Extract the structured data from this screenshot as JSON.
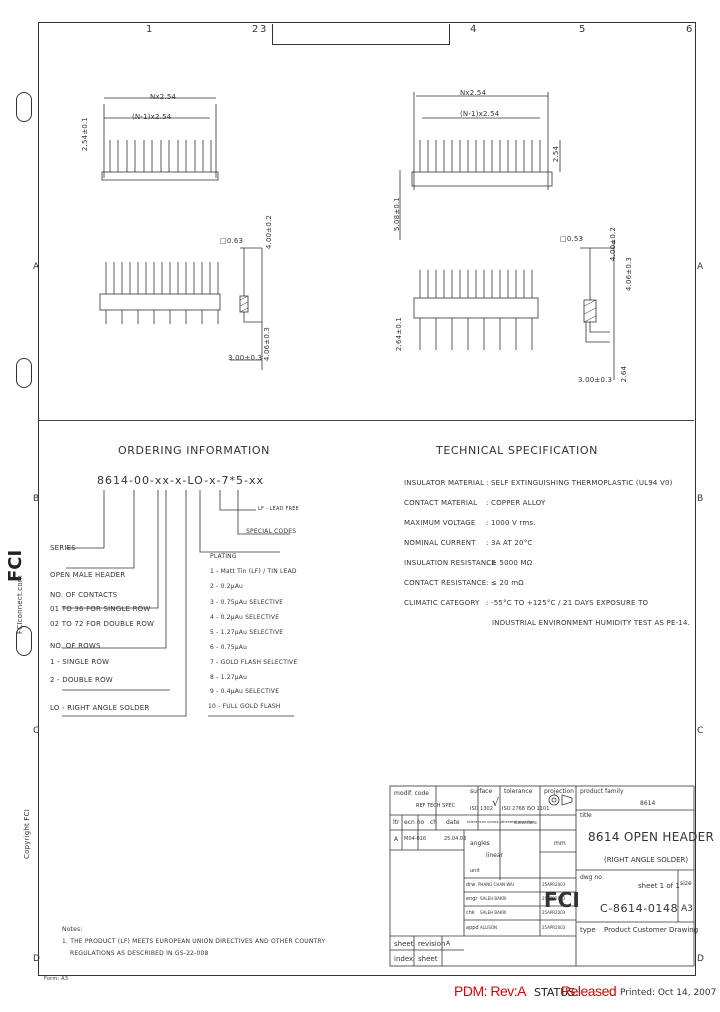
{
  "columns": [
    "1",
    "2",
    "3",
    "4",
    "5",
    "6"
  ],
  "rows": [
    "A",
    "B",
    "C",
    "D"
  ],
  "side": {
    "website": "FCIconnect.com",
    "copyright": "Copyright FCI",
    "form": "Form: A3"
  },
  "drawing": {
    "dims": {
      "n254": "Nx2.54",
      "n1254": "(N-1)x2.54",
      "d254": "2.54±0.1",
      "pin063": "□0.63",
      "d400": "4.00±0.2",
      "d300": "3.00±0.3",
      "d406": "4.06±0.3",
      "r_n254": "Nx2.54",
      "r_n1254": "(N-1)x2.54",
      "r_254": "2.54",
      "r_508": "5.08±0.1",
      "r_264": "2.64±0.1",
      "r_053": "□0.53",
      "r_400": "4.00±0.2",
      "r_406": "4.06±0.3",
      "r_300": "3.00±0.3",
      "r_264b": "2.64"
    }
  },
  "ordering": {
    "title": "ORDERING INFORMATION",
    "code": "8614-00-xx-x-LO-x-7*5-xx",
    "lf": "LF - LEAD FREE",
    "special": "SPECIAL CODES",
    "series": "SERIES",
    "open_male": "OPEN MALE HEADER",
    "contacts": "NO. OF CONTACTS",
    "contacts_single": "01 TO 36 FOR SINGLE ROW",
    "contacts_double": "02 TO 72 FOR DOUBLE ROW",
    "rows_label": "NO. OF ROWS",
    "row1": "1 - SINGLE ROW",
    "row2": "2 - DOUBLE ROW",
    "lo": "LO - RIGHT ANGLE SOLDER",
    "plating_title": "PLATING",
    "plating": [
      "1 - Matt Tin (LF) / TIN LEAD",
      "2 - 0.2μAu",
      "3 - 0.75μAu SELECTIVE",
      "4 - 0.2μAu SELECTIVE",
      "5 - 1.27μAu SELECTIVE",
      "6 - 0.75μAu",
      "7 - GOLD FLASH SELECTIVE",
      "8 - 1.27μAu",
      "9 - 0.4μAu SELECTIVE",
      "10 - FULL GOLD FLASH"
    ]
  },
  "spec": {
    "title": "TECHNICAL SPECIFICATION",
    "items": [
      {
        "label": "INSULATOR MATERIAL",
        "value": ": SELF EXTINGUISHING THERMOPLASTIC (UL94 V0)"
      },
      {
        "label": "CONTACT MATERIAL",
        "value": ": COPPER ALLOY"
      },
      {
        "label": "MAXIMUM VOLTAGE",
        "value": ": 1000 V rms."
      },
      {
        "label": "NOMINAL CURRENT",
        "value": ": 3A AT 20°C"
      },
      {
        "label": "INSULATION RESISTANCE",
        "value": ": ≥ 5000 MΩ"
      },
      {
        "label": "CONTACT RESISTANCE",
        "value": ": ≤ 20 mΩ"
      },
      {
        "label": "CLIMATIC CATEGORY",
        "value": ": -55°C TO +125°C / 21 DAYS EXPOSURE TO"
      }
    ],
    "climatic_line2": "INDUSTRIAL ENVIRONMENT HUMIDITY TEST AS PE-14."
  },
  "title_block": {
    "modif_code": "modif. code",
    "ref_tech_spec": "REF TECH SPEC",
    "surface": "surface",
    "iso": "ISO 1302",
    "check": "√",
    "tolerance": "tolerance",
    "iso_tol": "ISO 2768 ISO 1101",
    "projection": "projection",
    "product_family": "product family",
    "family_value": "8614",
    "title_label": "title",
    "title_main": "8614 OPEN HEADER",
    "title_sub": "(RIGHT ANGLE SOLDER)",
    "hdr": [
      "ltr",
      "ecn no",
      "ch",
      "date",
      "tolerances unless otherwise specified",
      "dimensions"
    ],
    "rev_row": [
      "A",
      "M04-016",
      "",
      "25.04.03"
    ],
    "angles": "angles",
    "linear": "linear",
    "mm": "mm",
    "unit": "unit",
    "drw": "drw",
    "drw_name": "PHANG CHAN WAI",
    "drw_date": "25APR2003",
    "engr": "engr",
    "engr_name": "SALEH BAKRI",
    "engr_date": "25APR2003",
    "chk": "chk",
    "chk_name": "SALEH BAKRI",
    "chk_date": "25APR2003",
    "appd": "appd",
    "appd_name": "ALLISON",
    "appd_date": "25APR2003",
    "dwg_no": "dwg no",
    "sheet_label": "sheet 1 of 1",
    "size_label": "size",
    "dwg_value": "C-8614-0148",
    "size_value": "A3",
    "type": "type",
    "type_value": "Product Customer Drawing",
    "sheet": "sheet",
    "revision": "revision",
    "index": "index",
    "sheet2": "sheet",
    "rev_a": "A"
  },
  "notes": {
    "title": "Notes:",
    "line1": "1. THE PRODUCT (LF) MEETS EUROPEAN UNION DIRECTIVES AND OTHER COUNTRY",
    "line2": "REGULATIONS AS DESCRIBED IN GS-22-008"
  },
  "footer": {
    "pdm": "PDM: Rev:A",
    "status_label": "STATUS:",
    "status_value": "Released",
    "printed": "Printed: Oct 14, 2007"
  }
}
